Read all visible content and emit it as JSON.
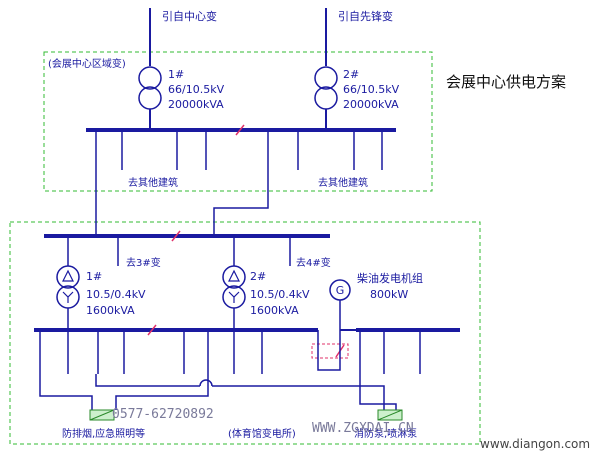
{
  "diagram": {
    "title": "会展中心供电方案",
    "top_sources": [
      "引自中心变",
      "引自先锋变"
    ],
    "upper_zone_label": "(会展中心区域变)",
    "upper_transformers": [
      {
        "id": "1#",
        "ratio": "66/10.5kV",
        "capacity": "20000kVA"
      },
      {
        "id": "2#",
        "ratio": "66/10.5kV",
        "capacity": "20000kVA"
      }
    ],
    "upper_feeders": [
      "去其他建筑",
      "去其他建筑"
    ],
    "mid_feeders": [
      "去3#变",
      "去4#变"
    ],
    "lower_transformers": [
      {
        "id": "1#",
        "ratio": "10.5/0.4kV",
        "capacity": "1600kVA"
      },
      {
        "id": "2#",
        "ratio": "10.5/0.4kV",
        "capacity": "1600kVA"
      }
    ],
    "generator": {
      "name": "柴油发电机组",
      "capacity": "800kW",
      "symbol": "G"
    },
    "bottom_loads": [
      "防排烟,应急照明等",
      "(体育馆变电所)",
      "消防泵,喷淋泵"
    ],
    "watermark_phone": "0577-62720892",
    "watermark_site": "WWW.ZGXDAI.CN",
    "watermark_url": "www.diangon.com"
  },
  "colors": {
    "line": "#1a1aa0",
    "zone": "#33bb33",
    "breaker": "#e0306a"
  }
}
